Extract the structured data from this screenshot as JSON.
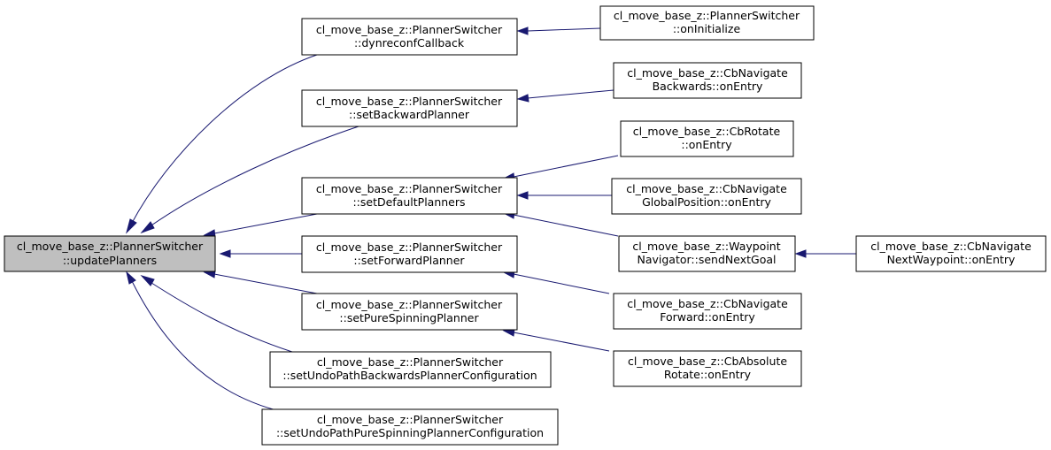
{
  "colors": {
    "edge": "#191970",
    "focus_fill": "#bfbfbf",
    "node_fill": "#ffffff",
    "node_border": "#000000"
  },
  "nodes": {
    "update_planners": {
      "line1": "cl_move_base_z::PlannerSwitcher",
      "line2": "::updatePlanners"
    },
    "dynreconf_callback": {
      "line1": "cl_move_base_z::PlannerSwitcher",
      "line2": "::dynreconfCallback"
    },
    "set_backward_planner": {
      "line1": "cl_move_base_z::PlannerSwitcher",
      "line2": "::setBackwardPlanner"
    },
    "set_default_planners": {
      "line1": "cl_move_base_z::PlannerSwitcher",
      "line2": "::setDefaultPlanners"
    },
    "set_forward_planner": {
      "line1": "cl_move_base_z::PlannerSwitcher",
      "line2": "::setForwardPlanner"
    },
    "set_pure_spinning_planner": {
      "line1": "cl_move_base_z::PlannerSwitcher",
      "line2": "::setPureSpinningPlanner"
    },
    "set_undo_backwards": {
      "line1": "cl_move_base_z::PlannerSwitcher",
      "line2": "::setUndoPathBackwardsPlannerConfiguration"
    },
    "set_undo_pure_spinning": {
      "line1": "cl_move_base_z::PlannerSwitcher",
      "line2": "::setUndoPathPureSpinningPlannerConfiguration"
    },
    "on_initialize": {
      "line1": "cl_move_base_z::PlannerSwitcher",
      "line2": "::onInitialize"
    },
    "navigate_backwards": {
      "line1": "cl_move_base_z::CbNavigate",
      "line2": "Backwards::onEntry"
    },
    "rotate": {
      "line1": "cl_move_base_z::CbRotate",
      "line2": "::onEntry"
    },
    "navigate_global_position": {
      "line1": "cl_move_base_z::CbNavigate",
      "line2": "GlobalPosition::onEntry"
    },
    "waypoint_navigator": {
      "line1": "cl_move_base_z::Waypoint",
      "line2": "Navigator::sendNextGoal"
    },
    "navigate_forward": {
      "line1": "cl_move_base_z::CbNavigate",
      "line2": "Forward::onEntry"
    },
    "absolute_rotate": {
      "line1": "cl_move_base_z::CbAbsolute",
      "line2": "Rotate::onEntry"
    },
    "navigate_next_waypoint": {
      "line1": "cl_move_base_z::CbNavigate",
      "line2": "NextWaypoint::onEntry"
    }
  },
  "edges": [
    {
      "from": "dynreconf_callback",
      "to": "update_planners"
    },
    {
      "from": "set_backward_planner",
      "to": "update_planners"
    },
    {
      "from": "set_default_planners",
      "to": "update_planners"
    },
    {
      "from": "set_forward_planner",
      "to": "update_planners"
    },
    {
      "from": "set_pure_spinning_planner",
      "to": "update_planners"
    },
    {
      "from": "set_undo_backwards",
      "to": "update_planners"
    },
    {
      "from": "set_undo_pure_spinning",
      "to": "update_planners"
    },
    {
      "from": "on_initialize",
      "to": "dynreconf_callback"
    },
    {
      "from": "navigate_backwards",
      "to": "set_backward_planner"
    },
    {
      "from": "rotate",
      "to": "set_default_planners"
    },
    {
      "from": "navigate_global_position",
      "to": "set_default_planners"
    },
    {
      "from": "waypoint_navigator",
      "to": "set_default_planners"
    },
    {
      "from": "navigate_forward",
      "to": "set_forward_planner"
    },
    {
      "from": "absolute_rotate",
      "to": "set_pure_spinning_planner"
    },
    {
      "from": "navigate_next_waypoint",
      "to": "waypoint_navigator"
    }
  ]
}
